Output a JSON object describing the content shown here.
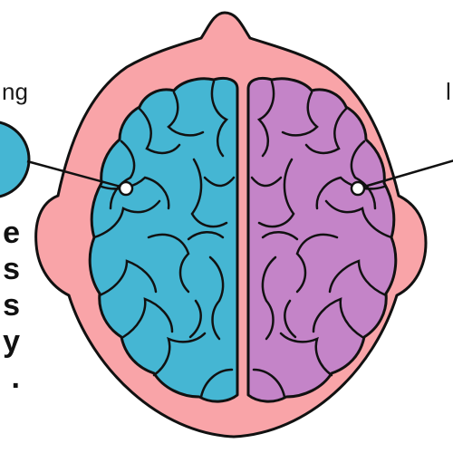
{
  "labels": {
    "left_fragment": "ng",
    "right_fragment": "l"
  },
  "side_text_fragments": [
    "e",
    "s",
    "s",
    "y",
    "."
  ],
  "colors": {
    "head": "#f9a4a8",
    "left_hemisphere": "#45b6d3",
    "right_hemisphere": "#c484c8",
    "outline": "#111111",
    "marker_fill": "#ffffff",
    "left_circle": "#45b6d3"
  }
}
